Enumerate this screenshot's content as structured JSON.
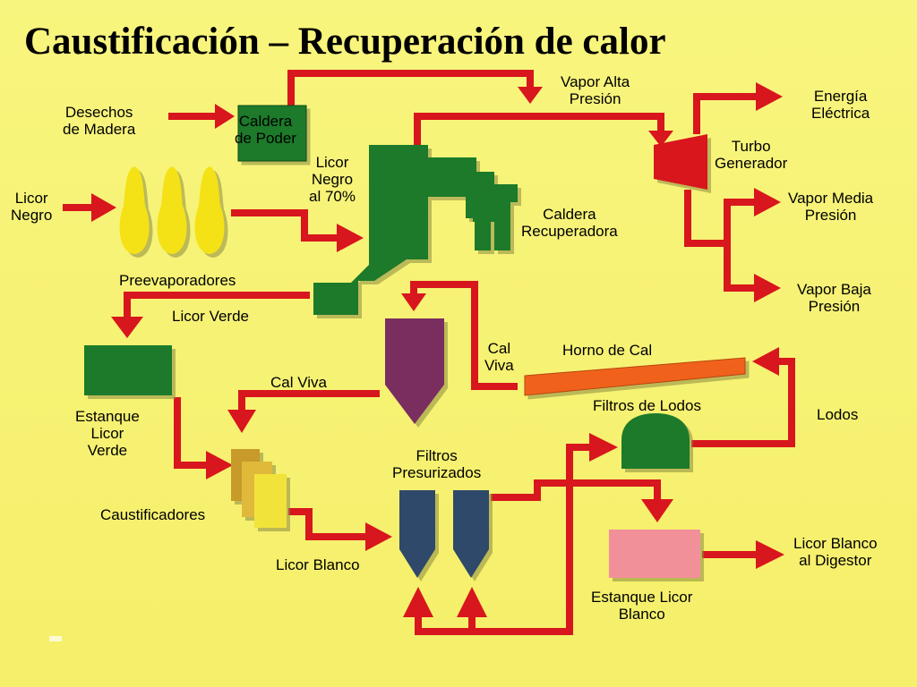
{
  "title": "Caustificación – Recuperación de calor",
  "labels": {
    "desechos": "Desechos\nde Madera",
    "caldera_poder": "Caldera\nde Poder",
    "vapor_alta": "Vapor Alta\nPresión",
    "energia": "Energía\nEléctrica",
    "turbo": "Turbo\nGenerador",
    "licor_negro": "Licor\nNegro",
    "licor_negro_70": "Licor\nNegro\nal 70%",
    "caldera_recuperadora": "Caldera\nRecuperadora",
    "vapor_media": "Vapor Media\nPresión",
    "vapor_baja": "Vapor Baja\nPresión",
    "preevaporadores": "Preevaporadores",
    "licor_verde": "Licor Verde",
    "cal_viva_rotary": "Cal\nViva",
    "horno_de_cal": "Horno de Cal",
    "estanque_verde": "Estanque\nLicor\nVerde",
    "cal_viva": "Cal Viva",
    "filtros_lodos": "Filtros de Lodos",
    "lodos": "Lodos",
    "filtros_presurizados": "Filtros\nPresurizados",
    "caustificadores": "Caustificadores",
    "licor_blanco": "Licor Blanco",
    "licor_blanco_digestor": "Licor Blanco\nal Digestor",
    "estanque_blanco": "Estanque Licor\nBlanco"
  },
  "colors": {
    "background": "#f6f270",
    "flow": "#d8161d",
    "green_equipment": "#1c7a2b",
    "evaporator": "#f4e214",
    "lime_silo": "#7a2f5e",
    "kiln": "#f0621d",
    "filters": "#2d4a6b",
    "white_tank": "#f2909a",
    "caustifiers": "#e0b93a"
  }
}
